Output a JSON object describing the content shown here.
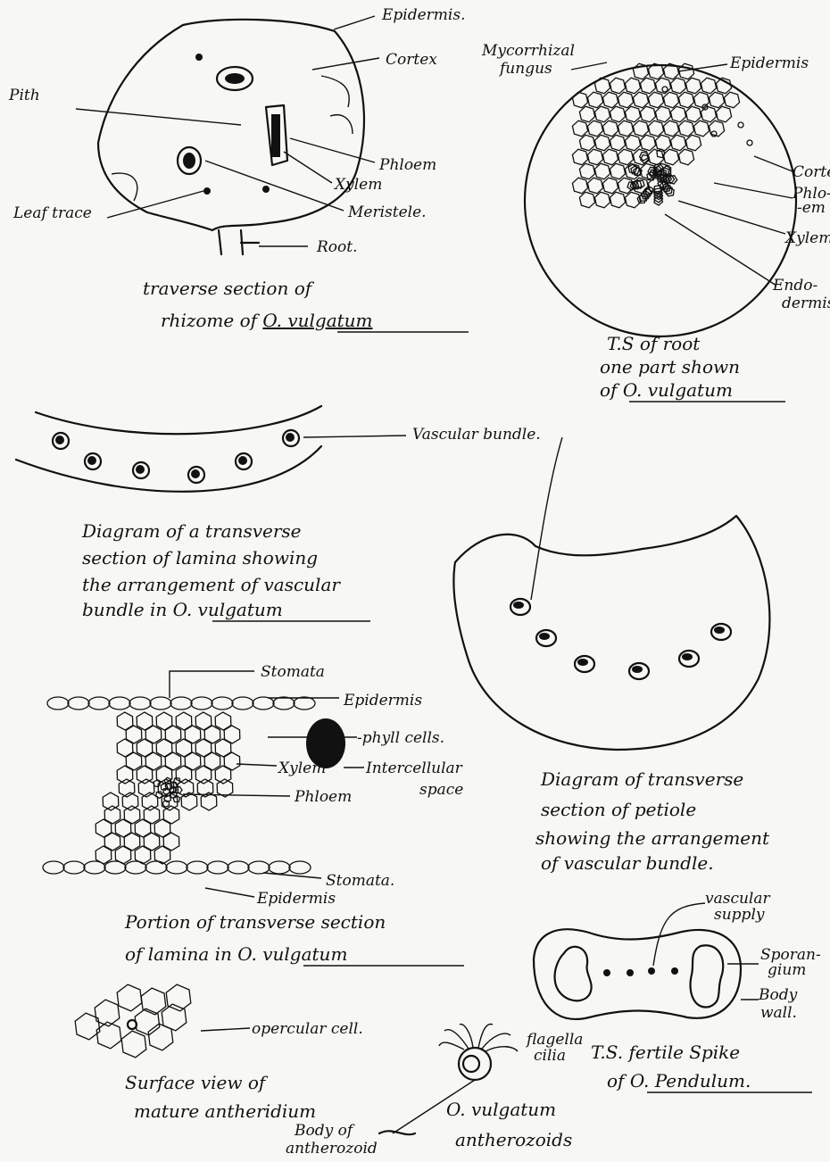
{
  "rhizome": {
    "labels": {
      "epidermis": "Epidermis.",
      "cortex": "Cortex",
      "pith": "Pith",
      "phloem": "Phloem",
      "xylem": "Xylem",
      "meristele": "Meristele.",
      "leaf_trace": "Leaf trace",
      "root": "Root."
    },
    "caption_line1": "traverse section of",
    "caption_line2_pre": "rhizome of",
    "caption_line2_ul": "O. vulgatum"
  },
  "root": {
    "labels": {
      "mycorrhizal": "Mycorrhizal",
      "mycorrhizal2": "fungus",
      "epidermis": "Epidermis",
      "cortex": "Cortex",
      "phloem": "Phlo-",
      "phloem2": "-em",
      "xylem": "Xylem",
      "endodermis": "Endo-",
      "endodermis2": "dermis"
    },
    "caption_line1": "T.S of root",
    "caption_line2": "one part shown",
    "caption_line3_pre": "of",
    "caption_line3_ul": "O. vulgatum"
  },
  "lamina_diagram": {
    "label_vb": "Vascular bundle.",
    "caption_line1": "Diagram of a transverse",
    "caption_line2": "section of lamina showing",
    "caption_line3": "the arrangement of vascular",
    "caption_line4_pre": "bundle in",
    "caption_line4_ul": "O. vulgatum"
  },
  "petiole": {
    "caption_line1": "Diagram of transverse",
    "caption_line2": "section of petiole",
    "caption_line3": "showing the arrangement",
    "caption_line4": "of vascular bundle."
  },
  "lamina_portion": {
    "labels": {
      "stomata_top": "Stomata",
      "epidermis_top": "Epidermis",
      "phyll": "-phyll cells.",
      "xylem": "Xylem",
      "intercellular": "Intercellular",
      "intercellular2": "space",
      "phloem": "Phloem",
      "stomata_bottom": "Stomata.",
      "epidermis_bottom": "Epidermis"
    },
    "caption_line1": "Portion of transverse section",
    "caption_line2_pre": "of lamina in",
    "caption_line2_ul": "O. vulgatum"
  },
  "spike": {
    "labels": {
      "vascular": "vascular",
      "vascular2": "supply",
      "sporangium": "Sporan-",
      "sporangium2": "gium",
      "body": "Body",
      "body2": "wall."
    },
    "caption_line1": "T.S. fertile Spike",
    "caption_line2_pre": "of",
    "caption_line2_ul": "O. Pendulum."
  },
  "antheridium": {
    "label_opercular": "opercular cell.",
    "caption_line1": "Surface view of",
    "caption_line2": "mature antheridium"
  },
  "antherozoid": {
    "label_flagella": "flagella",
    "label_flagella2": "cilia",
    "label_body": "Body of",
    "label_body2": "antherozoid",
    "caption_line1": "O. vulgatum",
    "caption_line2": "antherozoids"
  }
}
